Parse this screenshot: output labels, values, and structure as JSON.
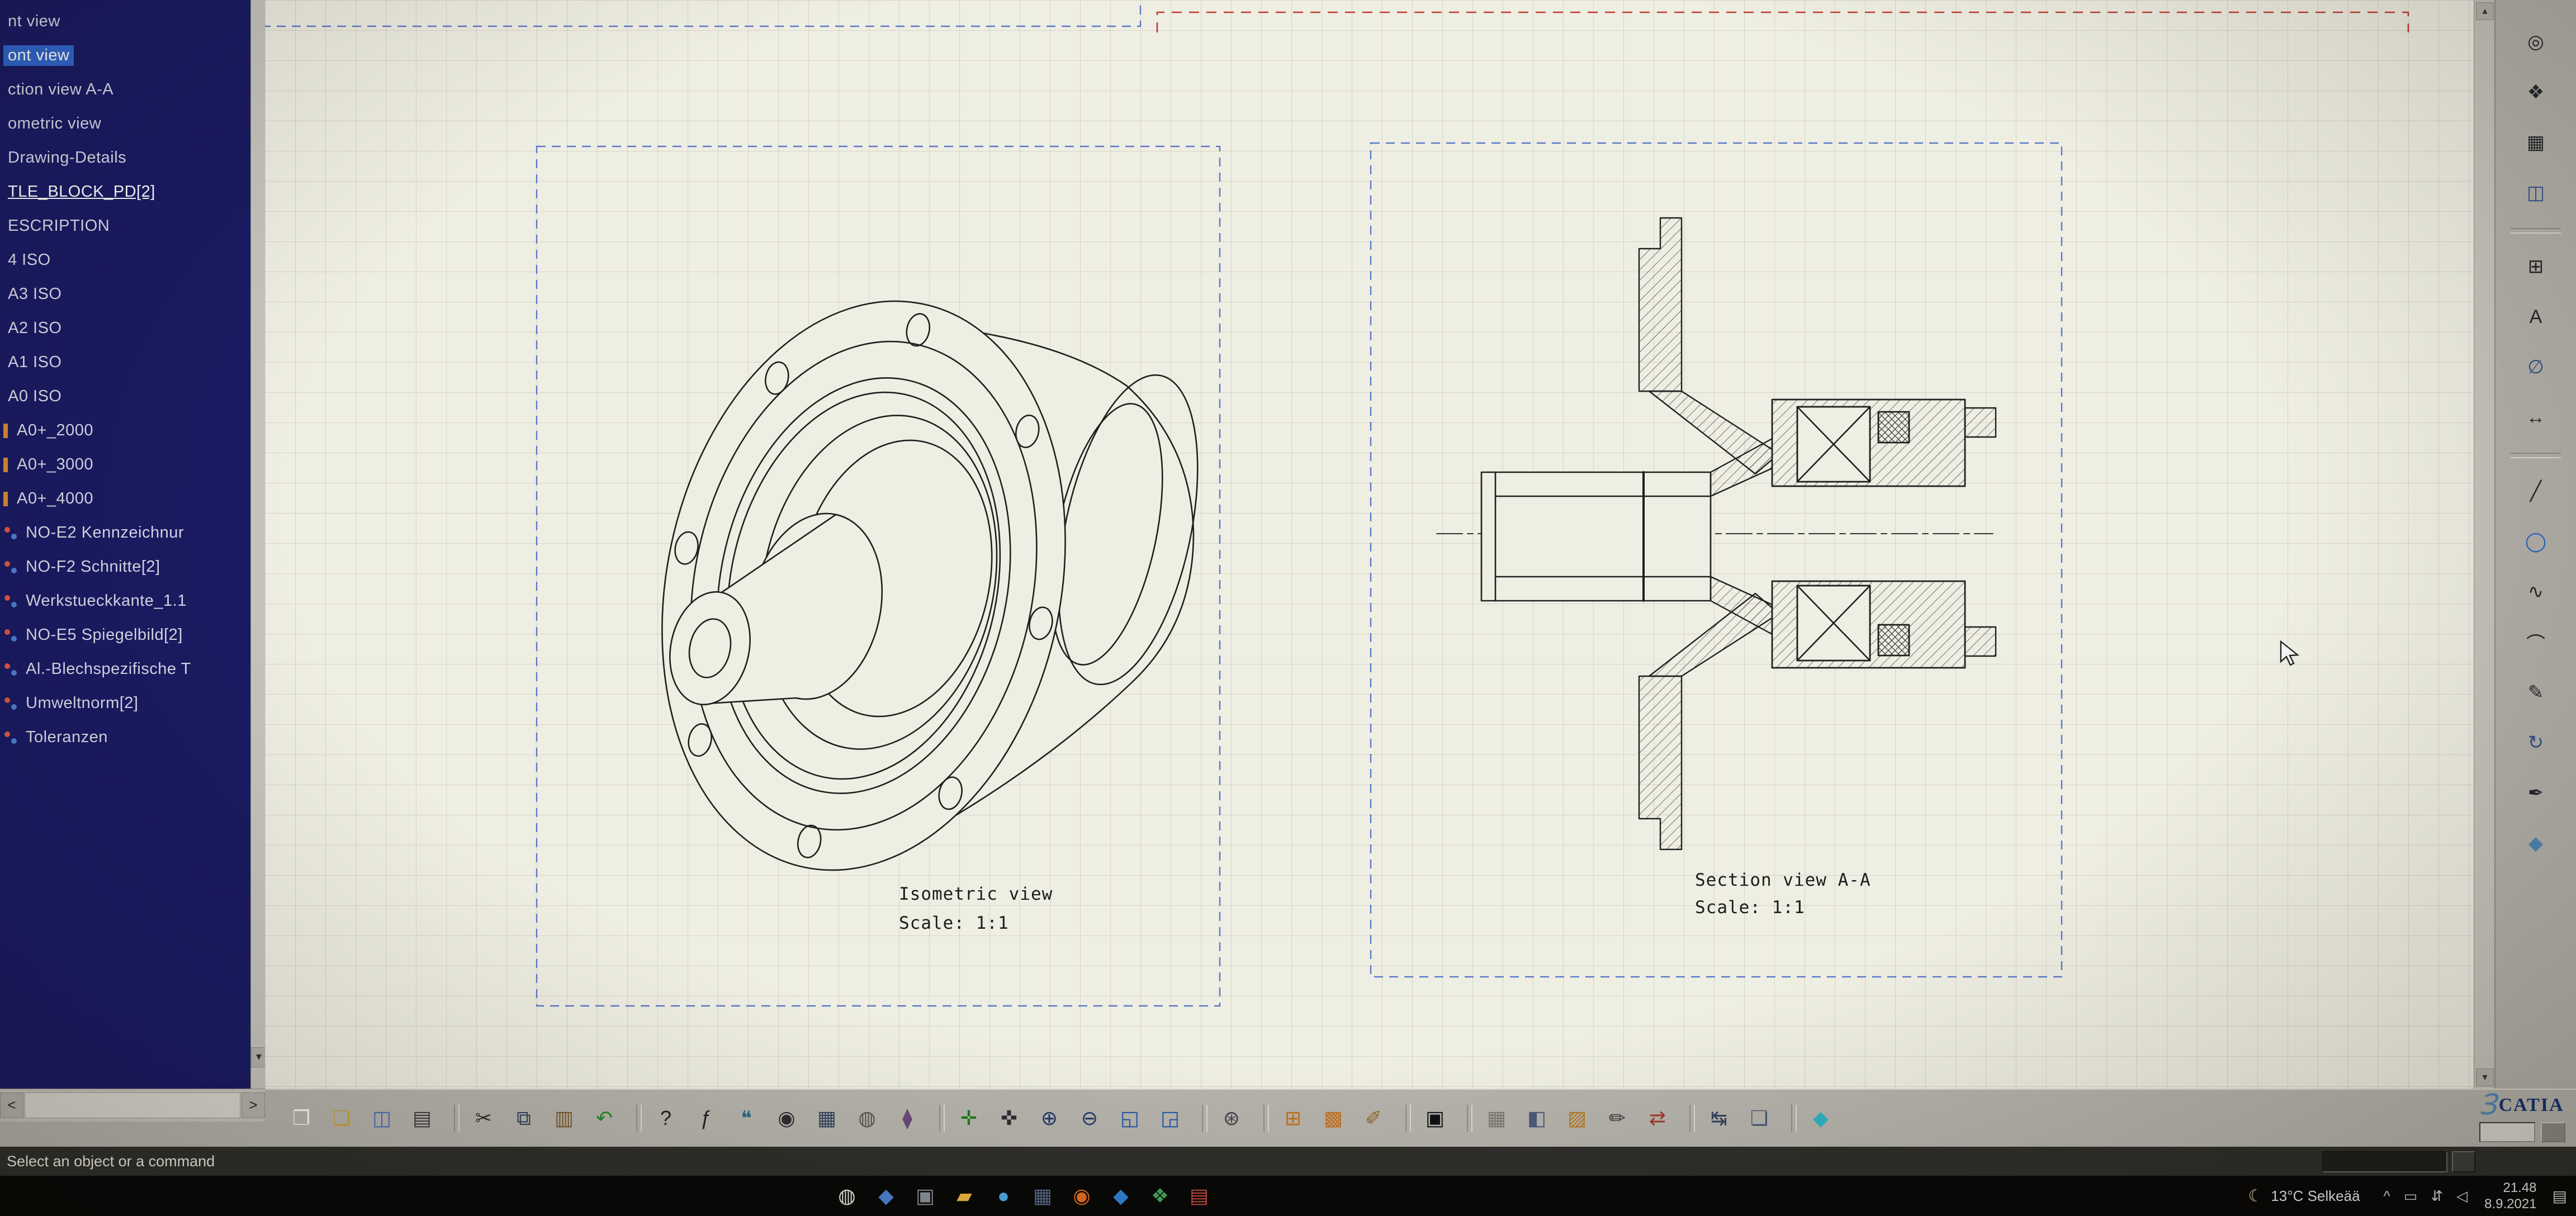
{
  "tree": {
    "items": [
      {
        "label": "nt view"
      },
      {
        "label": "ont view",
        "selected": true
      },
      {
        "label": "ction view A-A"
      },
      {
        "label": "ometric view"
      },
      {
        "label": "Drawing-Details"
      },
      {
        "label": "TLE_BLOCK_PD[2]",
        "underline": true
      },
      {
        "label": "ESCRIPTION"
      },
      {
        "label": "4 ISO"
      },
      {
        "label": "A3 ISO"
      },
      {
        "label": "A2 ISO"
      },
      {
        "label": "A1 ISO"
      },
      {
        "label": "A0 ISO"
      },
      {
        "label": "A0+_2000",
        "icon": "sliver"
      },
      {
        "label": "A0+_3000",
        "icon": "sliver"
      },
      {
        "label": "A0+_4000",
        "icon": "sliver"
      },
      {
        "label": "NO-E2 Kennzeichnur",
        "icon": "dots"
      },
      {
        "label": "NO-F2 Schnitte[2]",
        "icon": "dots"
      },
      {
        "label": "Werkstueckkante_1.1",
        "icon": "dots"
      },
      {
        "label": "NO-E5 Spiegelbild[2]",
        "icon": "dots"
      },
      {
        "label": "Al.-Blechspezifische T",
        "icon": "dots"
      },
      {
        "label": "Umweltnorm[2]",
        "icon": "dots"
      },
      {
        "label": "Toleranzen",
        "icon": "dots"
      }
    ],
    "scroll_left": "<",
    "scroll_right": ">",
    "scroll_down": "▾"
  },
  "views": {
    "isometric": {
      "title": "Isometric view",
      "scale": "Scale:  1:1"
    },
    "section": {
      "title": "Section view A-A",
      "scale": "Scale:  1:1"
    }
  },
  "right_toolbar": {
    "items": [
      {
        "n": "update-icon",
        "g": "◎"
      },
      {
        "n": "views-icon",
        "g": "❖"
      },
      {
        "n": "sheet-icon",
        "g": "▦"
      },
      {
        "n": "frame-title-icon",
        "g": "◫",
        "c": "#35508c"
      },
      {
        "sep": true
      },
      {
        "n": "grid-icon",
        "g": "⊞"
      },
      {
        "n": "text-icon",
        "g": "A"
      },
      {
        "n": "diameter-dimension-icon",
        "g": "∅",
        "c": "#35508c"
      },
      {
        "n": "dimension-icon",
        "g": "↔"
      },
      {
        "sep": true
      },
      {
        "n": "line-icon",
        "g": "╱"
      },
      {
        "n": "circle-icon",
        "g": "◯",
        "c": "#2266cc"
      },
      {
        "n": "spline-icon",
        "g": "∿"
      },
      {
        "n": "arc-icon",
        "g": "⌒"
      },
      {
        "n": "pencil-icon",
        "g": "✎"
      },
      {
        "n": "rotate-icon",
        "g": "↻",
        "c": "#35508c"
      },
      {
        "n": "pen-icon",
        "g": "✒"
      },
      {
        "n": "compass-icon",
        "g": "◆",
        "c": "#4f86b5"
      }
    ]
  },
  "bottom_toolbar": {
    "items": [
      {
        "n": "new-document-button",
        "g": "❐",
        "c": "#f8f8f2"
      },
      {
        "n": "open-button",
        "g": "❏",
        "c": "#caa23c"
      },
      {
        "n": "save-button",
        "g": "◫",
        "c": "#4a6db5"
      },
      {
        "n": "print-button",
        "g": "▤",
        "c": "#3c3c40"
      },
      {
        "sep": true
      },
      {
        "n": "cut-button",
        "g": "✂",
        "c": "#2e2e33"
      },
      {
        "n": "copy-button",
        "g": "⧉",
        "c": "#33415c"
      },
      {
        "n": "paste-button",
        "g": "▥",
        "c": "#7a5a2a"
      },
      {
        "n": "undo-button",
        "g": "↶",
        "c": "#2a8a2a"
      },
      {
        "sep": true
      },
      {
        "n": "whats-this-button",
        "g": "?",
        "c": "#1f1f24"
      },
      {
        "n": "formula-button",
        "g": "ƒ",
        "c": "#1f1f24"
      },
      {
        "n": "chat-button",
        "g": "❝",
        "c": "#2a6a8a"
      },
      {
        "n": "catalog-button",
        "g": "◉",
        "c": "#2e2e33"
      },
      {
        "n": "table-button",
        "g": "▦",
        "c": "#33415c"
      },
      {
        "n": "sphere-button",
        "g": "◍",
        "c": "#555550"
      },
      {
        "n": "stack-button",
        "g": "⧫",
        "c": "#6a4a7a"
      },
      {
        "sep": true
      },
      {
        "n": "fit-all-button",
        "g": "✛",
        "c": "#1a7a1a"
      },
      {
        "n": "pan-button",
        "g": "✜",
        "c": "#2e2e33"
      },
      {
        "n": "zoom-in-button",
        "g": "⊕",
        "c": "#22386a"
      },
      {
        "n": "zoom-out-button",
        "g": "⊖",
        "c": "#22386a"
      },
      {
        "n": "normal-view-button",
        "g": "◱",
        "c": "#2255aa"
      },
      {
        "n": "multi-view-button",
        "g": "◲",
        "c": "#2255aa"
      },
      {
        "sep": true
      },
      {
        "n": "render-style-button",
        "g": "⊛",
        "c": "#44444a"
      },
      {
        "sep": true
      },
      {
        "n": "grid-button",
        "g": "⊞",
        "c": "#c2701d"
      },
      {
        "n": "snap-button",
        "g": "▩",
        "c": "#c2701d"
      },
      {
        "n": "analysis-button",
        "g": "✐",
        "c": "#8a6a2a"
      },
      {
        "sep": true
      },
      {
        "n": "screen-button",
        "g": "▣",
        "c": "#101014"
      },
      {
        "sep": true
      },
      {
        "n": "table-edit-button",
        "g": "▦",
        "c": "#77776f"
      },
      {
        "n": "frame-button",
        "g": "◧",
        "c": "#4a5a7a"
      },
      {
        "n": "pattern-button",
        "g": "▨",
        "c": "#b7771f"
      },
      {
        "n": "annotate-button",
        "g": "✏",
        "c": "#3c3c40"
      },
      {
        "n": "link-button",
        "g": "⇄",
        "c": "#a03a2a"
      },
      {
        "sep": true
      },
      {
        "n": "swap-button",
        "g": "↹",
        "c": "#33415c"
      },
      {
        "n": "image-button",
        "g": "❏",
        "c": "#4a5a7a"
      },
      {
        "sep": true
      },
      {
        "n": "cube-button",
        "g": "◆",
        "c": "#2fb3c4"
      }
    ]
  },
  "statusbar": {
    "message": "Select an object or a command"
  },
  "logo": {
    "swoosh": "Ɜ",
    "text": "CATIA"
  },
  "taskbar": {
    "apps": [
      {
        "n": "taskbar-app-1",
        "g": "◍",
        "c": "#e8e6e2"
      },
      {
        "n": "taskbar-app-2",
        "g": "◆",
        "c": "#4d7fd0"
      },
      {
        "n": "taskbar-app-3",
        "g": "▣",
        "c": "#8a8f98"
      },
      {
        "n": "taskbar-app-4",
        "g": "▰",
        "c": "#e8b33e"
      },
      {
        "n": "taskbar-app-5",
        "g": "●",
        "c": "#49a8e0"
      },
      {
        "n": "taskbar-app-6",
        "g": "▦",
        "c": "#5a6b8c"
      },
      {
        "n": "taskbar-app-7",
        "g": "◉",
        "c": "#e06a1f"
      },
      {
        "n": "taskbar-app-8",
        "g": "◆",
        "c": "#2f7fd4"
      },
      {
        "n": "taskbar-app-9",
        "g": "❖",
        "c": "#45a05a"
      },
      {
        "n": "taskbar-app-10",
        "g": "▤",
        "c": "#c84b3c"
      }
    ],
    "moon": "☾",
    "weather": "13°C Selkeää",
    "chevron": "^",
    "time": "21.48",
    "date": "8.9.2021"
  }
}
